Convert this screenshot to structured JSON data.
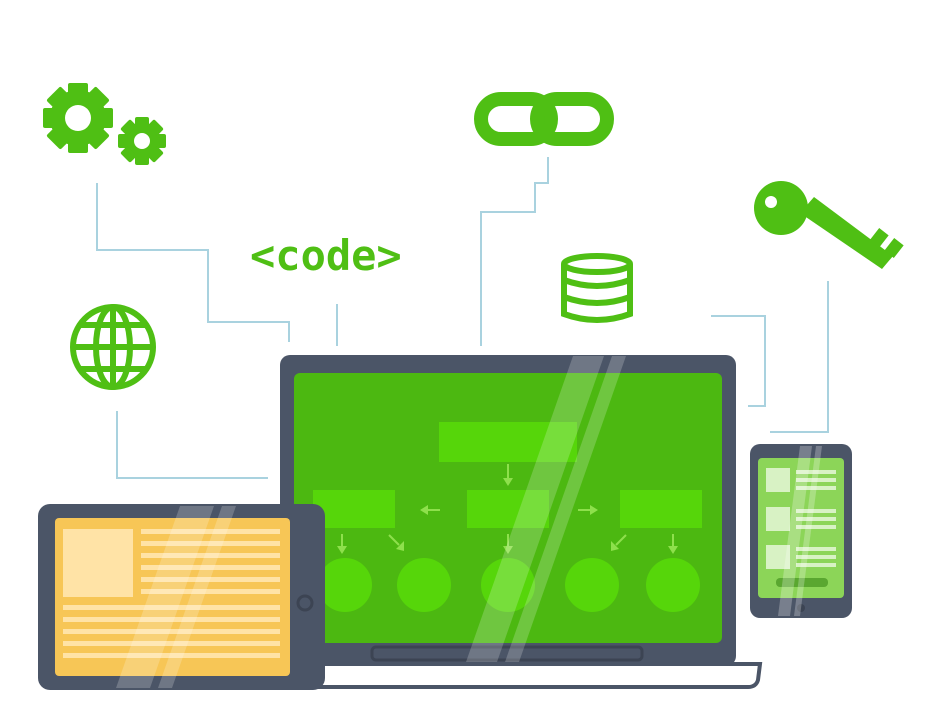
{
  "illustration": {
    "code_text": "<code>",
    "icons": [
      "gears-icon",
      "chain-link-icon",
      "key-icon",
      "database-icon",
      "globe-icon"
    ],
    "devices": [
      "laptop",
      "tablet",
      "smartphone"
    ],
    "colors": {
      "accent_green": "#4fbf14",
      "screen_green": "#4cb811",
      "box_green": "#56d60a",
      "device_frame": "#4b5567",
      "tablet_yellow": "#f7c656",
      "phone_screen": "#8cd558",
      "connector_line": "#a9d2df"
    }
  }
}
